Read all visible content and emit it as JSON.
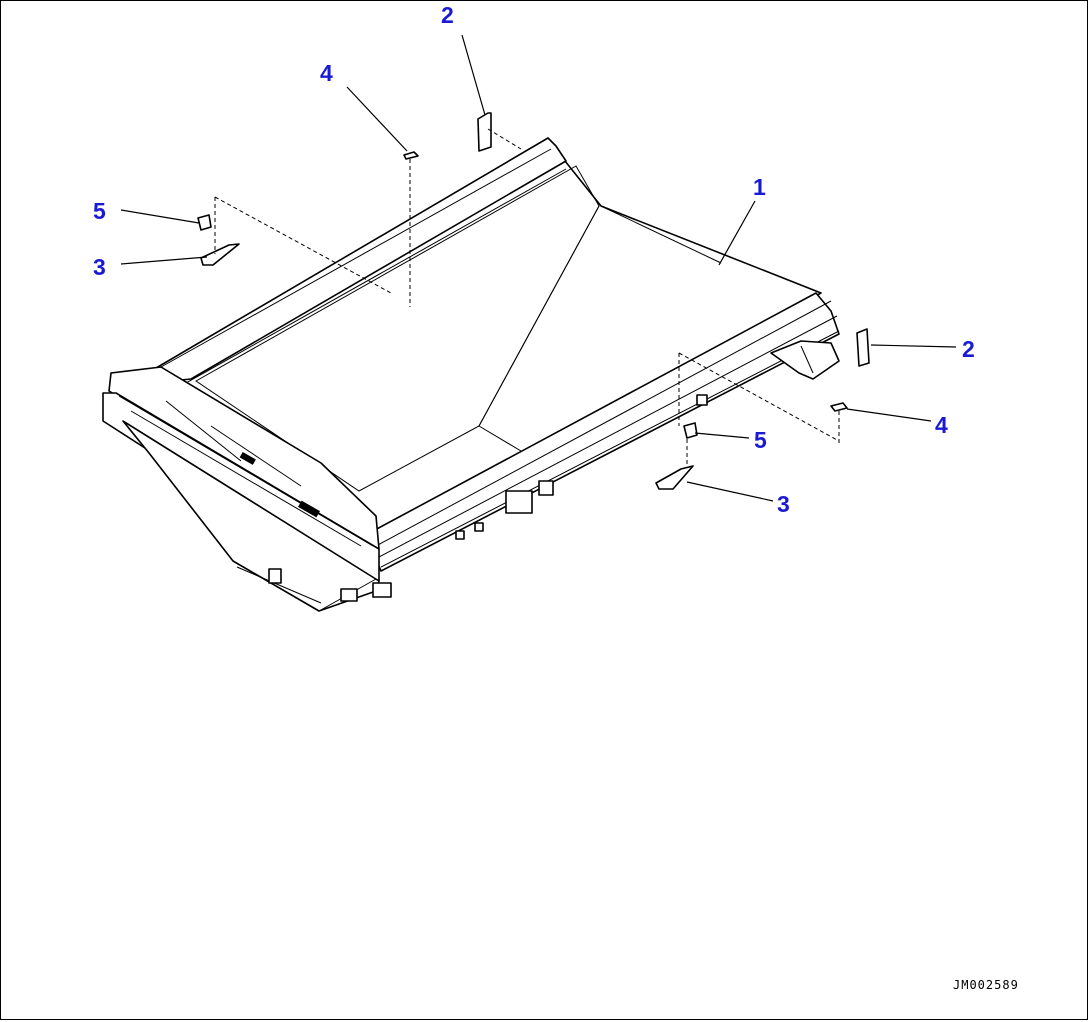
{
  "callouts": {
    "top_left_2": "2",
    "top_left_4": "4",
    "left_5": "5",
    "left_3": "3",
    "right_1": "1",
    "right_2": "2",
    "right_4": "4",
    "right_5": "5",
    "right_3": "3"
  },
  "drawing_id": "JM002589",
  "colors": {
    "callout": "#1a1ad4",
    "line": "#000000",
    "background": "#ffffff"
  }
}
